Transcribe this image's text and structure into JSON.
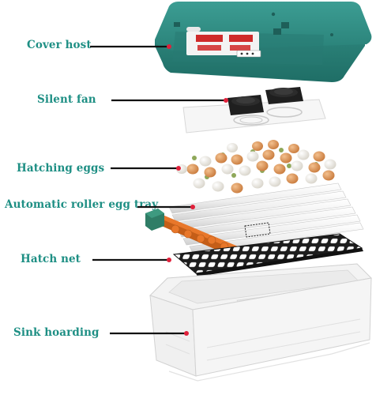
{
  "diagram": {
    "colors": {
      "label_text": "#1e8f84",
      "leader_line": "#111111",
      "leader_dot": "#e0203a",
      "cover_body": "#2f8f86",
      "egg_brown": "#d9935a",
      "egg_white": "#f2efe8",
      "roller_orange": "#e8772a",
      "net_black": "#1d1d1d"
    },
    "components": [
      {
        "id": "cover-host",
        "label": "Cover host"
      },
      {
        "id": "silent-fan",
        "label": "Silent fan"
      },
      {
        "id": "hatching-eggs",
        "label": "Hatching eggs"
      },
      {
        "id": "roller-egg-tray",
        "label": "Automatic roller egg tray"
      },
      {
        "id": "hatch-net",
        "label": "Hatch net"
      },
      {
        "id": "sink-hoarding",
        "label": "Sink hoarding"
      }
    ]
  }
}
